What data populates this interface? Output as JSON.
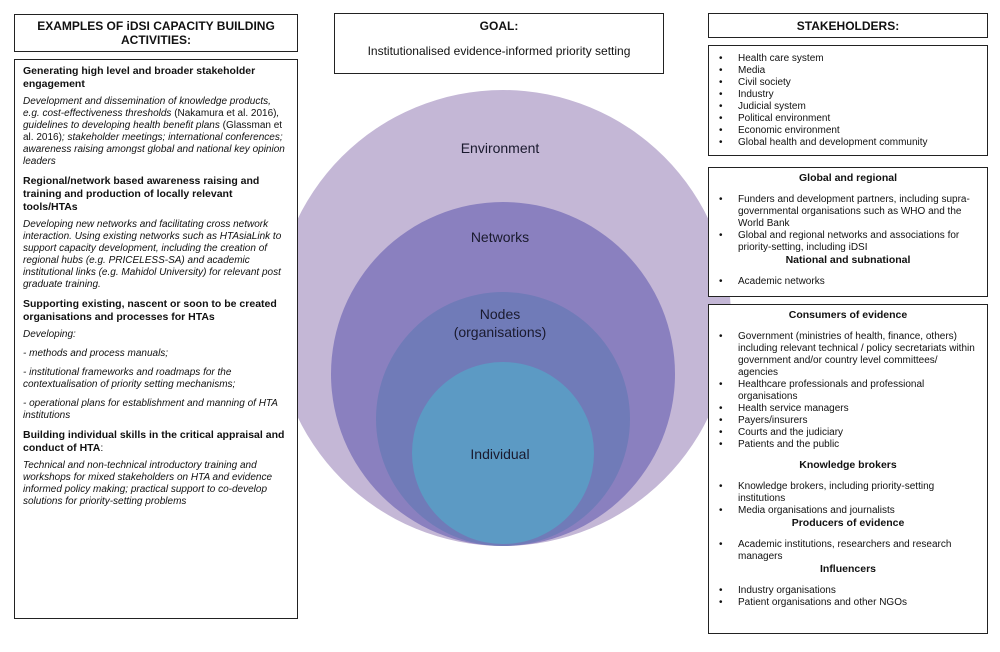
{
  "left": {
    "title": "EXAMPLES OF iDSI CAPACITY BUILDING ACTIVITIES:",
    "sec1_heading": "Generating high level and broader stakeholder engagement",
    "sec1_a": "Development and dissemination of knowledge products, e.g. cost-effectiveness thresholds ",
    "sec1_b": "(Nakamura et al. 2016)",
    "sec1_c": ", guidelines to developing health benefit plans ",
    "sec1_d": "(Glassman et al. 2016)",
    "sec1_e": "; stakeholder meetings; international conferences; awareness raising amongst global and national key opinion leaders",
    "sec2_heading": "Regional/network based awareness raising and training and production of locally relevant tools/HTAs",
    "sec2_text": "Developing new networks and facilitating cross network interaction. Using existing networks such as HTAsiaLink to support capacity development, including the creation of regional hubs (e.g. PRICELESS-SA) and academic institutional links (e.g. Mahidol University) for relevant post graduate training.",
    "sec3_heading": "Supporting existing, nascent or soon to be created organisations and processes for HTAs",
    "sec3_intro": "Developing:",
    "sec3_item1": "-  methods and process manuals;",
    "sec3_item2": "- institutional frameworks and roadmaps for the contextualisation of priority setting mechanisms;",
    "sec3_item3": " - operational plans for establishment and manning of HTA institutions",
    "sec4_heading": "Building individual skills in the critical appraisal and conduct of HTA",
    "sec4_heading_suffix": ":",
    "sec4_text": "Technical and non-technical introductory training and workshops for mixed stakeholders on HTA and evidence informed policy making; practical support to co-develop solutions for priority-setting problems"
  },
  "goal": {
    "title": "GOAL:",
    "text": "Institutionalised evidence-informed priority setting"
  },
  "diagram": {
    "circles": [
      "Environment",
      "Networks",
      "Nodes",
      "(organisations)",
      "Individual"
    ],
    "colors": {
      "environment": "#c4b7d6",
      "networks": "#8a80bf",
      "nodes": "#707bb8",
      "individual": "#5c9ac4"
    }
  },
  "stakeholders": {
    "title": "STAKEHOLDERS:",
    "general": [
      "Health care system",
      "Media",
      "Civil society",
      "Industry",
      "Judicial system",
      "Political environment",
      "Economic environment",
      "Global health and development community"
    ],
    "global_heading": "Global and regional",
    "global_items": [
      "Funders and development partners, including supra-governmental organisations such as WHO and the World Bank",
      "Global and regional networks and associations for priority-setting, including iDSI"
    ],
    "national_heading": "National and subnational",
    "national_items": [
      "Academic networks"
    ],
    "consumers_heading": "Consumers of evidence",
    "consumers_items": [
      "Government (ministries of health, finance, others) including relevant technical / policy secretariats within government and/or country level committees/ agencies",
      "Healthcare professionals and professional organisations",
      "Health service managers",
      "Payers/insurers",
      "Courts and the judiciary",
      "Patients and the public"
    ],
    "brokers_heading": "Knowledge brokers",
    "brokers_items": [
      "Knowledge brokers, including priority-setting institutions",
      "Media organisations and journalists"
    ],
    "producers_heading": "Producers of evidence",
    "producers_items": [
      "Academic institutions, researchers and research managers"
    ],
    "influencers_heading": "Influencers",
    "influencers_items": [
      "Industry organisations",
      "Patient organisations and other NGOs"
    ]
  }
}
